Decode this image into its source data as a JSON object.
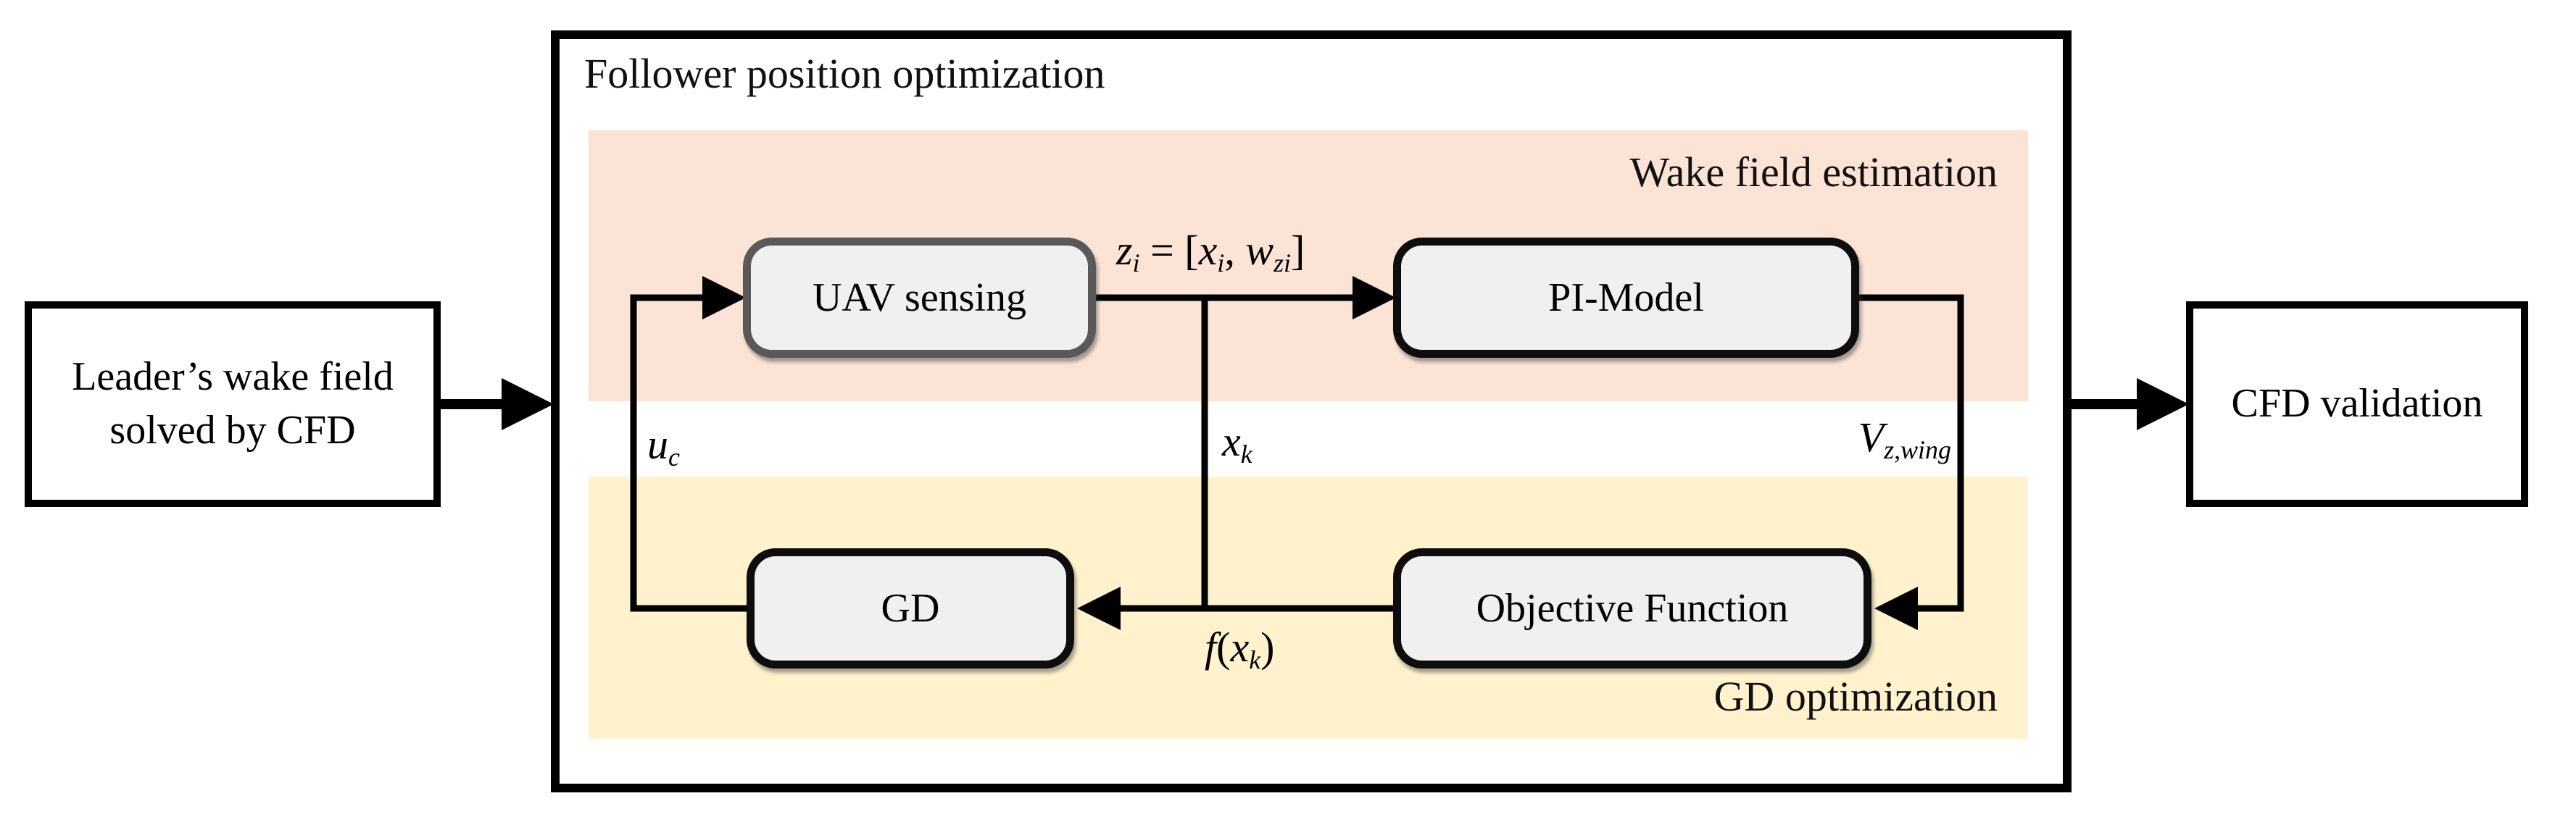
{
  "diagram": {
    "title": "Follower position optimization",
    "bands": {
      "wake": {
        "label": "Wake field estimation",
        "color": "#fbe3d5"
      },
      "gd": {
        "label": "GD optimization",
        "color": "#fff2cc"
      }
    },
    "nodes": {
      "leader_line1": "Leader’s wake field",
      "leader_line2": "solved by CFD",
      "uav": "UAV sensing",
      "pi": "PI-Model",
      "gd": "GD",
      "objective": "Objective Function",
      "cfd": "CFD validation"
    },
    "signals": {
      "z_eq": [
        {
          "t": "z",
          "i": true
        },
        {
          "t": "i",
          "i": true,
          "sub": true
        },
        {
          "t": " = "
        },
        {
          "t": "["
        },
        {
          "t": "x",
          "i": true
        },
        {
          "t": "i",
          "i": true,
          "sub": true
        },
        {
          "t": ", "
        },
        {
          "t": "w",
          "i": true
        },
        {
          "t": "zi",
          "i": true,
          "sub": true
        },
        {
          "t": "]"
        }
      ],
      "u_c": [
        {
          "t": "u",
          "i": true
        },
        {
          "t": "c",
          "i": true,
          "sub": true
        }
      ],
      "x_k": [
        {
          "t": "x",
          "i": true
        },
        {
          "t": "k",
          "i": true,
          "sub": true
        }
      ],
      "v_zwing": [
        {
          "t": "V",
          "i": true
        },
        {
          "t": "z,wing",
          "i": true,
          "sub": true
        }
      ],
      "f_xk": [
        {
          "t": "f",
          "i": true
        },
        {
          "t": "("
        },
        {
          "t": "x",
          "i": true
        },
        {
          "t": "k",
          "i": true,
          "sub": true
        },
        {
          "t": ")"
        }
      ]
    },
    "colors": {
      "wake_band": "#fbe3d5",
      "gd_band": "#fff2cc",
      "node_fill": "#f0f0f0",
      "uav_border": "#595959",
      "line": "#000000"
    }
  }
}
